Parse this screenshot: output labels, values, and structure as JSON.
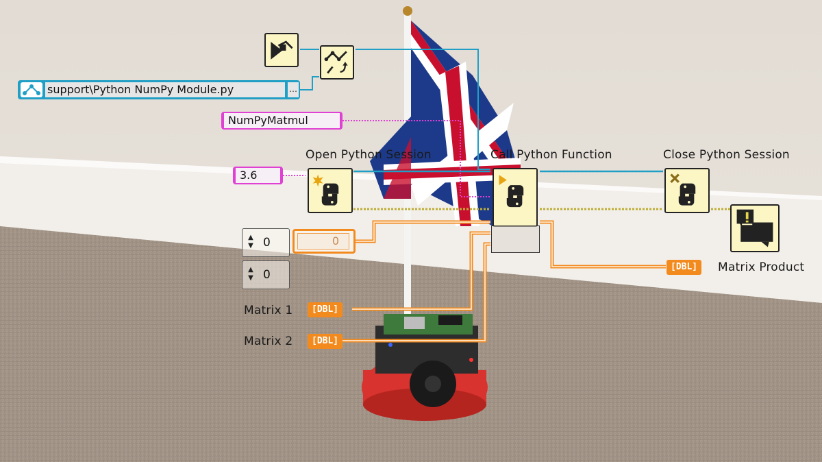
{
  "diagram": {
    "python_module_path": "support\\Python NumPy Module.py",
    "path_browse": "…",
    "function_name": "NumPyMatmul",
    "python_version": "3.6",
    "nodes": {
      "open_session": "Open Python Session",
      "call_function": "Call Python Function",
      "close_session": "Close Python Session"
    },
    "numeric_controls": [
      "0",
      "0"
    ],
    "array_indicator_value": "0",
    "inputs": [
      {
        "label": "Matrix 1",
        "type": "[DBL]"
      },
      {
        "label": "Matrix 2",
        "type": "[DBL]"
      }
    ],
    "output": {
      "label": "Matrix Product",
      "type": "[DBL]"
    },
    "wire_colors": {
      "path": "#1f9fc6",
      "string": "#e040d4",
      "numeric_array": "#f28a1e",
      "error": "#bfae38"
    }
  }
}
